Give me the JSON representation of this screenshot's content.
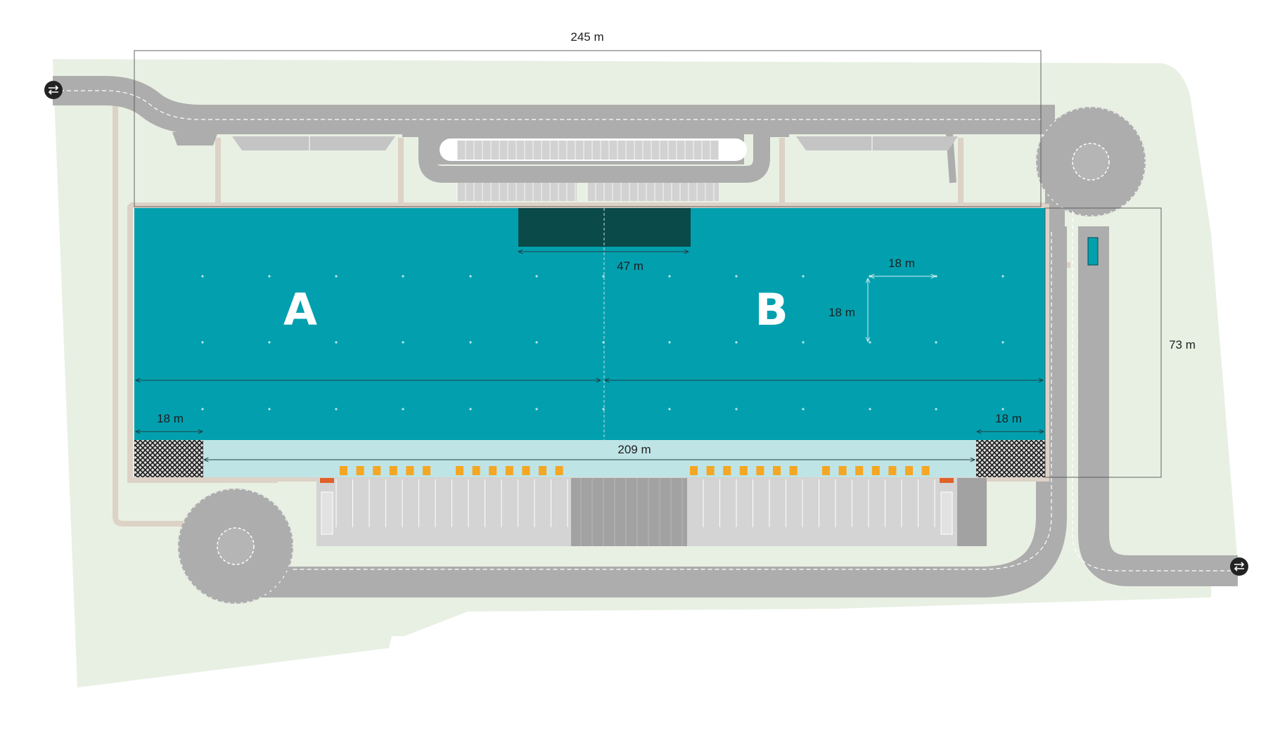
{
  "site_plan": {
    "zones": [
      {
        "label": "A"
      },
      {
        "label": "B"
      }
    ],
    "dimensions": {
      "site_length": "245 m",
      "building_width": "209 m",
      "building_depth": "73 m",
      "office_width": "47 m",
      "grid_span_x": "18 m",
      "grid_span_y": "18 m",
      "left_bay": "18 m",
      "right_bay": "18 m"
    },
    "icons": {
      "entrance_left": "two-way-arrow-icon",
      "entrance_right": "two-way-arrow-icon"
    },
    "colors": {
      "warehouse": "#02a0af",
      "office": "#0a4a48",
      "loading_apron": "#bfe4e6",
      "road": "#adadad",
      "parking": "#c9c9c9",
      "landscape": "#e8f0e3",
      "dock_door": "#f5a623",
      "dock_marker": "#e0612a"
    }
  }
}
